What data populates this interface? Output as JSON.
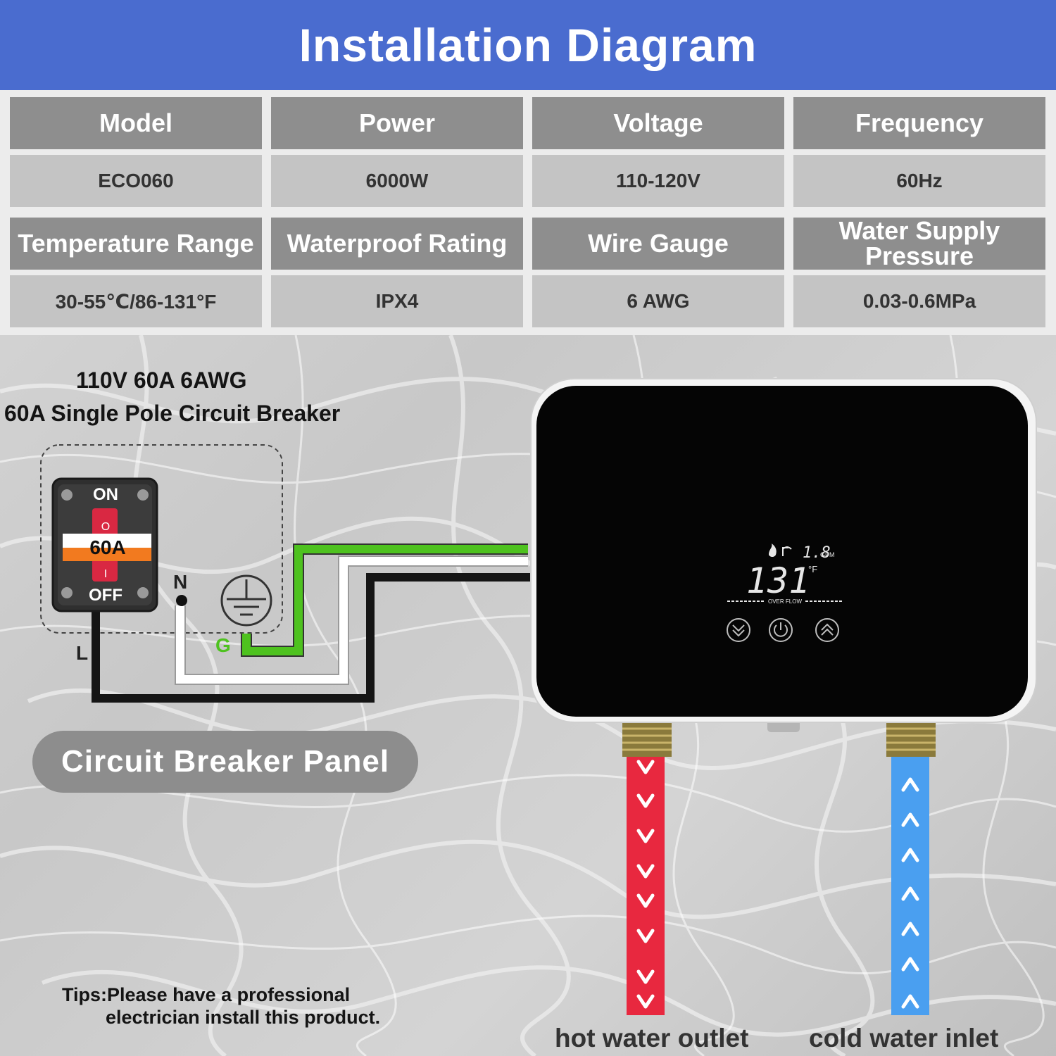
{
  "header": {
    "title": "Installation Diagram"
  },
  "specs": {
    "row1_headers": [
      "Model",
      "Power",
      "Voltage",
      "Frequency"
    ],
    "row1_values": [
      "ECO060",
      "6000W",
      "110-120V",
      "60Hz"
    ],
    "row2_headers": [
      "Temperature Range",
      "Waterproof Rating",
      "Wire Gauge",
      "Water Supply Pressure"
    ],
    "row2_values": [
      "30-55℃/86-131°F",
      "IPX4",
      "6 AWG",
      "0.03-0.6MPa"
    ]
  },
  "breaker": {
    "caption_line1": "110V 60A 6AWG",
    "caption_line2": "60A Single Pole Circuit Breaker",
    "on_label": "ON",
    "off_label": "OFF",
    "rating": "60A",
    "on_symbol": "O",
    "off_symbol": "I"
  },
  "wires": {
    "neutral_label": "N",
    "line_label": "L",
    "ground_label": "G",
    "colors": {
      "ground": "#4ec21f",
      "neutral": "#ffffff",
      "line": "#151515"
    }
  },
  "panel": {
    "label": "Circuit Breaker Panel"
  },
  "heater": {
    "display_flow": "1.8",
    "display_flow_unit": "GPM",
    "display_temp": "131",
    "display_temp_unit": "°F",
    "display_status": "OVER FLOW",
    "buttons": [
      "chevron-down-icon",
      "power-icon",
      "chevron-up-icon"
    ]
  },
  "pipes": {
    "hot_label": "hot water outlet",
    "cold_label": "cold water inlet",
    "colors": {
      "hot": "#e8283f",
      "cold": "#4a9ff0"
    }
  },
  "tips": {
    "line1": "Tips:Please have a professional",
    "line2": "electrician install this product."
  }
}
